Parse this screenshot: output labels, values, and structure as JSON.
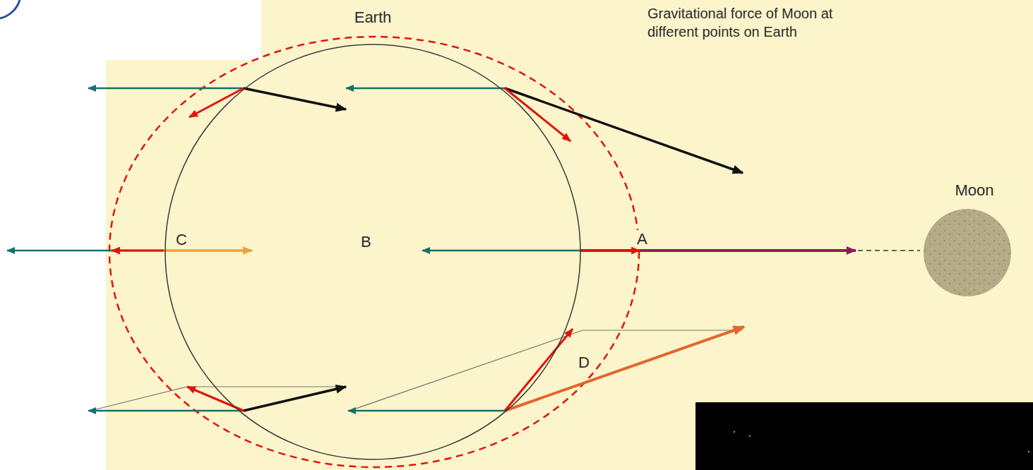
{
  "diagram": {
    "nodes": [
      {
        "text": [
          "Earth"
        ]
      },
      {
        "text": [
          "Moon"
        ]
      }
    ],
    "labels": [
      "Gravitational force of Moon at different points on Earth",
      "C",
      "B",
      "A",
      "D"
    ]
  }
}
